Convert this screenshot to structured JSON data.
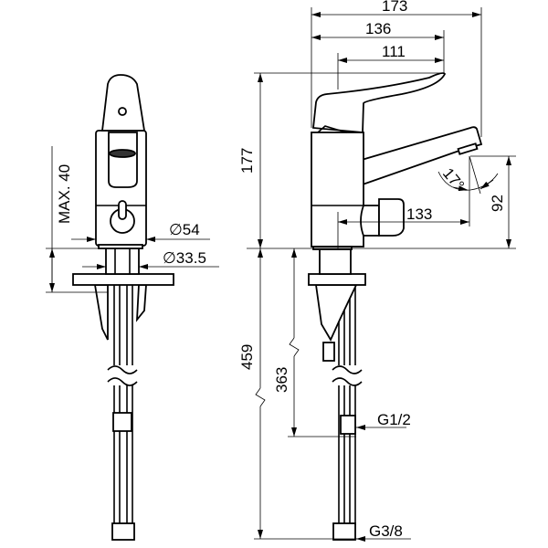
{
  "drawing": {
    "dimensions": {
      "overall_length": "173",
      "handle_reach": "136",
      "lever_length": "111",
      "height": "177",
      "spout_height": "92",
      "spout_reach": "133",
      "spout_angle": "17°",
      "max_deck_thickness": "MAX. 40",
      "body_diameter": "∅54",
      "shank_diameter": "∅33.5",
      "total_hose_length": "459",
      "hose_length": "363",
      "thread_top": "G1/2",
      "thread_bottom": "G3/8"
    }
  }
}
